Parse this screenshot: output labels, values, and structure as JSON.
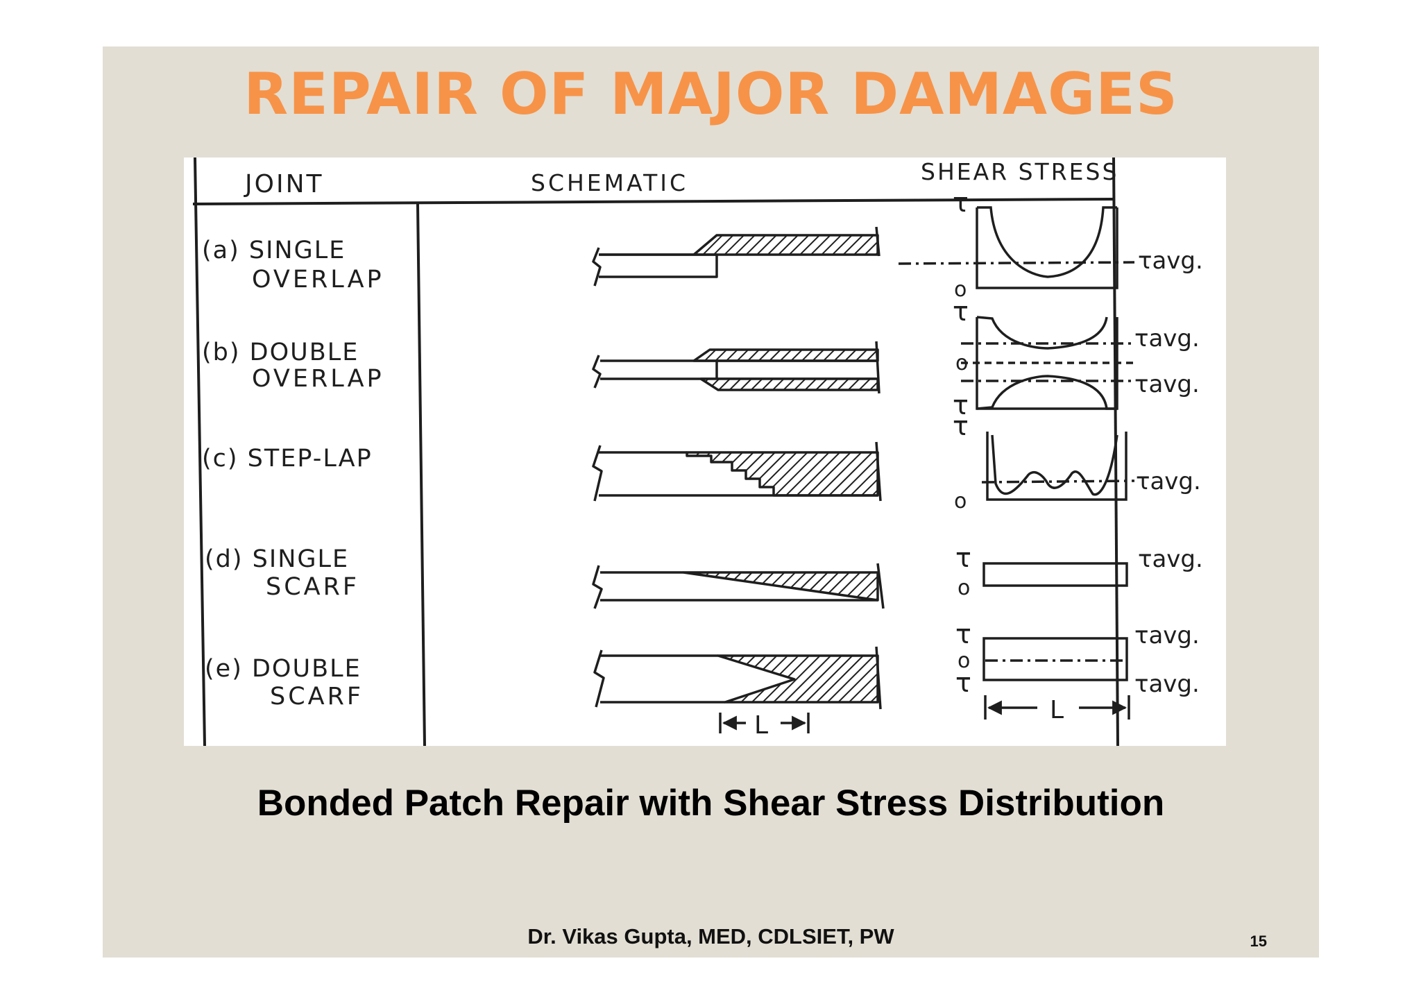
{
  "slide": {
    "title": "REPAIR OF MAJOR DAMAGES",
    "caption": "Bonded Patch Repair with Shear Stress Distribution",
    "footer": "Dr. Vikas Gupta, MED, CDLSIET, PW",
    "page_number": "15",
    "colors": {
      "background": "#e2ded3",
      "title": "#f79348",
      "ink": "#1e1e1e"
    }
  },
  "figure": {
    "headers": {
      "joint": "JOINT",
      "schematic": "SCHEMATIC",
      "shear_stress": "SHEAR STRESS"
    },
    "rows": [
      {
        "joint_line1": "(a) SINGLE",
        "joint_line2": "OVERLAP"
      },
      {
        "joint_line1": "(b) DOUBLE",
        "joint_line2": "OVERLAP"
      },
      {
        "joint_line1": "(c) STEP-LAP",
        "joint_line2": ""
      },
      {
        "joint_line1": "(d) SINGLE",
        "joint_line2": "SCARF"
      },
      {
        "joint_line1": "(e) DOUBLE",
        "joint_line2": "SCARF"
      }
    ],
    "symbols": {
      "tau": "τ",
      "zero": "o",
      "tau_avg": "τavg.",
      "length": "L"
    }
  }
}
